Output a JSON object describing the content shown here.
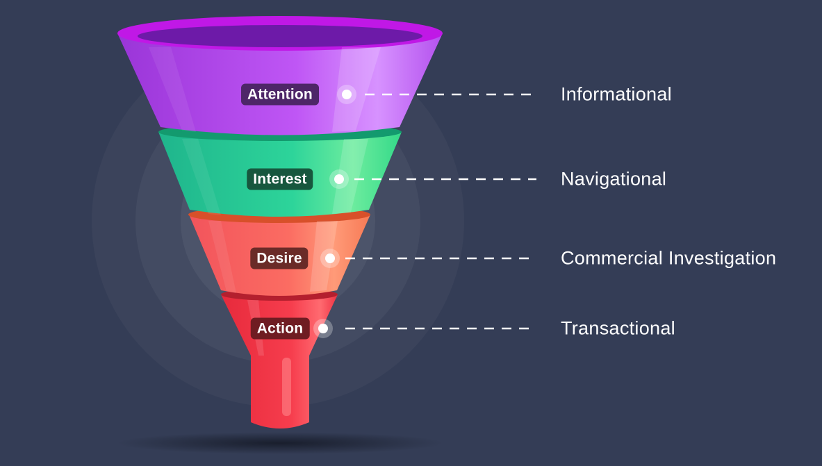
{
  "stages": [
    {
      "label": "Attention",
      "intent": "Informational",
      "color": "#b44cf0",
      "pill": "#4e2668"
    },
    {
      "label": "Interest",
      "intent": "Navigational",
      "color": "#2fd69b",
      "pill": "#17573e"
    },
    {
      "label": "Desire",
      "intent": "Commercial Investigation",
      "color": "#fb6a61",
      "pill": "#6a2b28"
    },
    {
      "label": "Action",
      "intent": "Transactional",
      "color": "#f4394a",
      "pill": "#6f1c22"
    }
  ],
  "colors": {
    "background": "#343d56",
    "connector": "#ffffff"
  }
}
